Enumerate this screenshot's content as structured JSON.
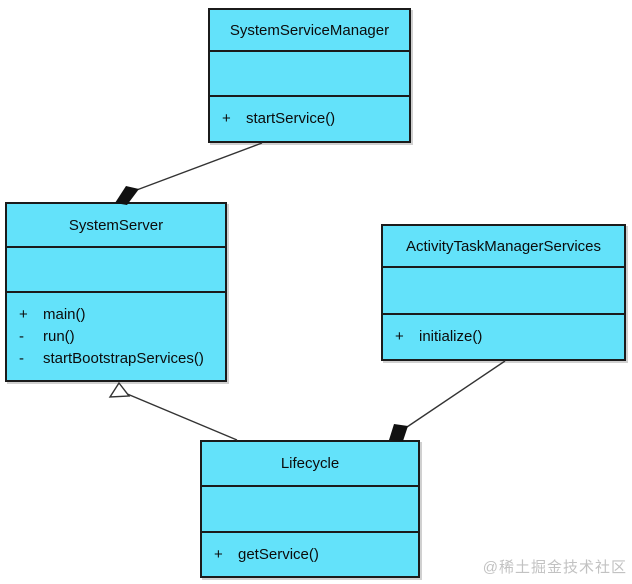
{
  "diagram": {
    "type": "uml-class-diagram",
    "watermark": "@稀土掘金技术社区",
    "colors": {
      "class_fill": "#63e2fa",
      "border": "#1b1b1b",
      "connector": "#333333",
      "watermark": "#c2c2c2"
    },
    "classes": [
      {
        "name": "SystemServiceManager",
        "attributes": [],
        "methods": [
          {
            "visibility": "+",
            "signature": "startService()"
          }
        ]
      },
      {
        "name": "SystemServer",
        "attributes": [],
        "methods": [
          {
            "visibility": "+",
            "signature": "main()"
          },
          {
            "visibility": "-",
            "signature": "run()"
          },
          {
            "visibility": "-",
            "signature": "startBootstrapServices()"
          }
        ]
      },
      {
        "name": "ActivityTaskManagerServices",
        "attributes": [],
        "methods": [
          {
            "visibility": "+",
            "signature": "initialize()"
          }
        ]
      },
      {
        "name": "Lifecycle",
        "attributes": [],
        "methods": [
          {
            "visibility": "+",
            "signature": "getService()"
          }
        ]
      }
    ],
    "relationships": [
      {
        "from": "SystemServiceManager",
        "to": "SystemServer",
        "type": "composition"
      },
      {
        "from": "Lifecycle",
        "to": "SystemServer",
        "type": "generalization"
      },
      {
        "from": "ActivityTaskManagerServices",
        "to": "Lifecycle",
        "type": "composition"
      }
    ]
  }
}
